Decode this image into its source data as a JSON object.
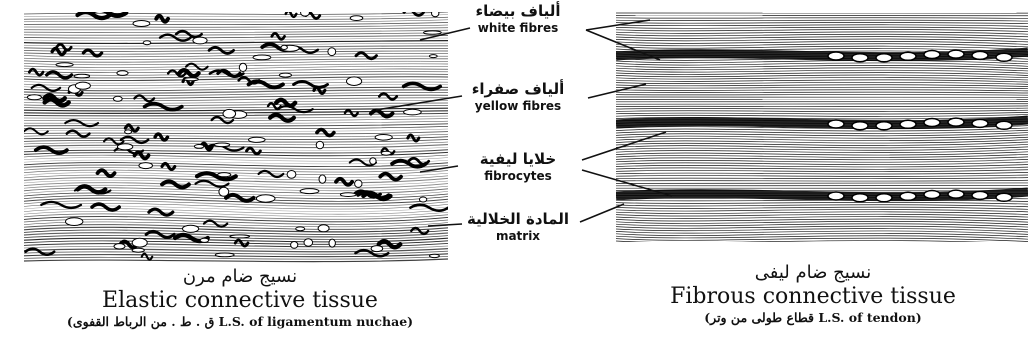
{
  "labels": [
    {
      "ar": "ألياف بيضاء",
      "en": "white fibres"
    },
    {
      "ar": "ألياف صفراء",
      "en": "yellow fibres"
    },
    {
      "ar": "خلايا ليفية",
      "en": "fibrocytes"
    },
    {
      "ar": "المادة الخلالية",
      "en": "matrix"
    }
  ],
  "left_caption": {
    "ar": "نسيج ضام مرن",
    "en": "Elastic connective tissue",
    "sub": "(ق . ط . من الرباط القفوى L.S. of ligamentum nuchae)"
  },
  "right_caption": {
    "ar": "نسيج ضام ليفى",
    "en": "Fibrous connective tissue",
    "sub": "(قطاع طولى من وتر L.S. of tendon)"
  },
  "colors": {
    "ink": "#111111",
    "paper": "#ffffff"
  }
}
